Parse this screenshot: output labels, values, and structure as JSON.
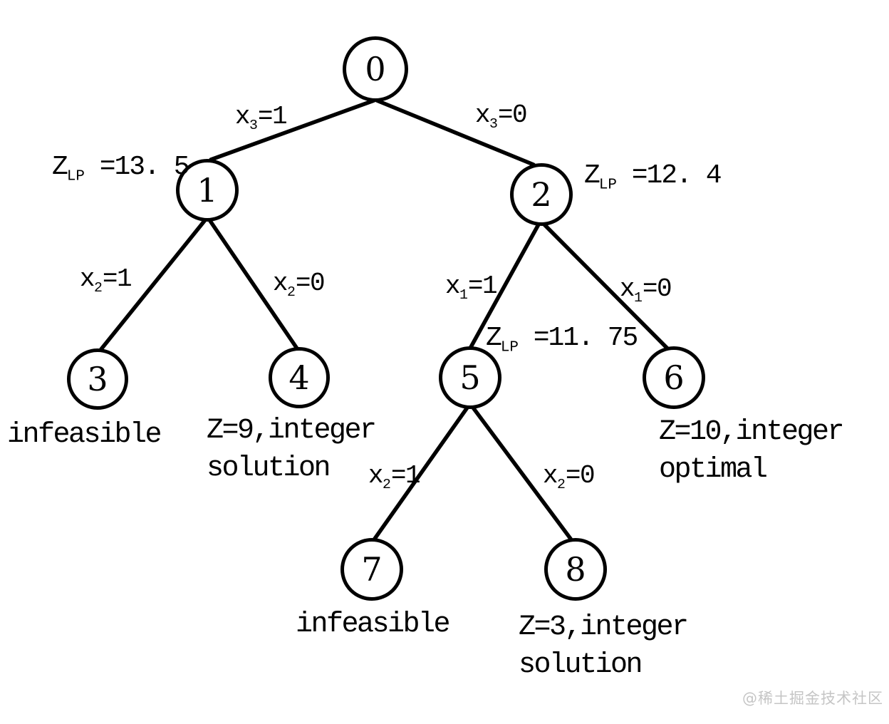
{
  "diagram_type": "branch-and-bound-tree",
  "colors": {
    "stroke": "#000000",
    "text": "#000000",
    "background": "#ffffff",
    "watermark": "#c5c5c5"
  },
  "nodes": [
    {
      "id": "0"
    },
    {
      "id": "1"
    },
    {
      "id": "2"
    },
    {
      "id": "3"
    },
    {
      "id": "4"
    },
    {
      "id": "5"
    },
    {
      "id": "6"
    },
    {
      "id": "7"
    },
    {
      "id": "8"
    }
  ],
  "edges": [
    {
      "from": "0",
      "to": "1",
      "branch": {
        "var": "x",
        "sub": "3",
        "rest": "=1"
      }
    },
    {
      "from": "0",
      "to": "2",
      "branch": {
        "var": "x",
        "sub": "3",
        "rest": "=0"
      }
    },
    {
      "from": "1",
      "to": "3",
      "branch": {
        "var": "x",
        "sub": "2",
        "rest": "=1"
      }
    },
    {
      "from": "1",
      "to": "4",
      "branch": {
        "var": "x",
        "sub": "2",
        "rest": "=0"
      }
    },
    {
      "from": "2",
      "to": "5",
      "branch": {
        "var": "x",
        "sub": "1",
        "rest": "=1"
      }
    },
    {
      "from": "2",
      "to": "6",
      "branch": {
        "var": "x",
        "sub": "1",
        "rest": "=0"
      }
    },
    {
      "from": "5",
      "to": "7",
      "branch": {
        "var": "x",
        "sub": "2",
        "rest": "=1"
      }
    },
    {
      "from": "5",
      "to": "8",
      "branch": {
        "var": "x",
        "sub": "2",
        "rest": "=0"
      }
    }
  ],
  "lp_bounds": [
    {
      "node": "1",
      "base": "Z",
      "sub": "LP",
      "rest": " =13. 5"
    },
    {
      "node": "2",
      "base": "Z",
      "sub": "LP",
      "rest": " =12. 4"
    },
    {
      "node": "5",
      "base": "Z",
      "sub": "LP",
      "rest": " =11. 75"
    }
  ],
  "results": [
    {
      "node": "3",
      "lines": [
        "infeasible",
        ""
      ]
    },
    {
      "node": "4",
      "lines": [
        "Z=9,integer",
        "solution"
      ]
    },
    {
      "node": "6",
      "lines": [
        "Z=10,integer",
        "optimal"
      ]
    },
    {
      "node": "7",
      "lines": [
        "infeasible",
        ""
      ]
    },
    {
      "node": "8",
      "lines": [
        "Z=3,integer",
        "solution"
      ]
    }
  ],
  "watermark": "@稀土掘金技术社区"
}
